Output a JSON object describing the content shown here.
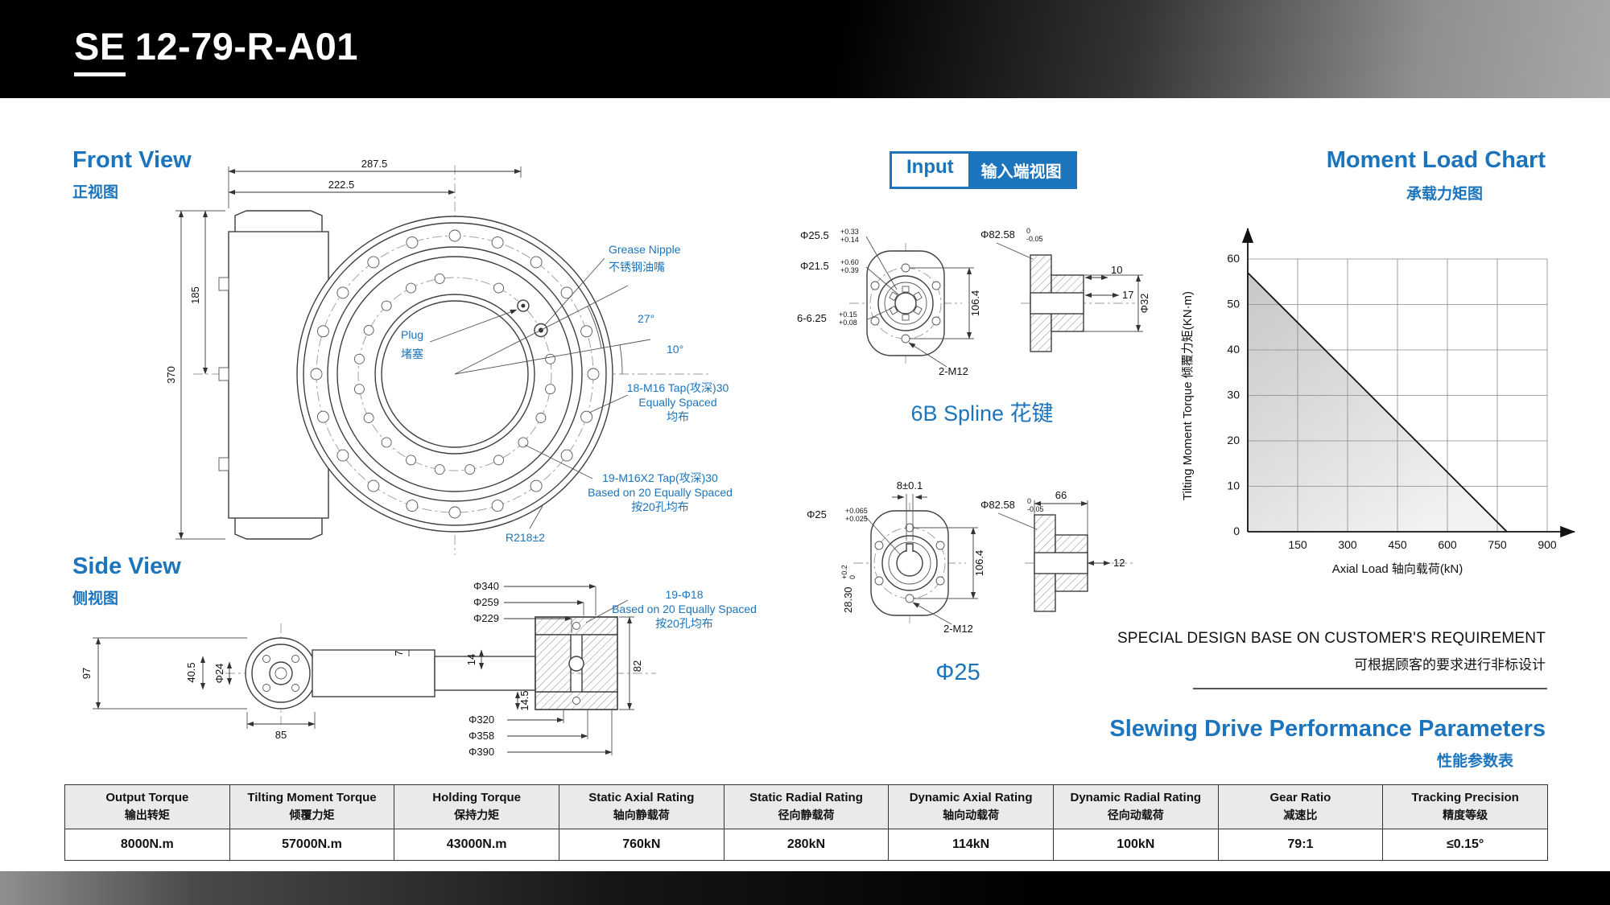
{
  "header": {
    "model_prefix": "SE",
    "model_suffix": "12-79-R-A01"
  },
  "front_view": {
    "title": "Front View",
    "title_cn": "正视图",
    "dim_width_outer": "287.5",
    "dim_width_inner": "222.5",
    "dim_height_half": "185",
    "dim_height_total": "370",
    "dim_radius": "R218±2",
    "angle_27": "27°",
    "angle_10": "10°",
    "grease_nipple_en": "Grease Nipple",
    "grease_nipple_cn": "不锈钢油嘴",
    "plug_en": "Plug",
    "plug_cn": "堵塞",
    "tap_outer_l1": "18-M16 Tap(攻深)30",
    "tap_outer_l2": "Equally Spaced",
    "tap_outer_l3": "均布",
    "tap_inner_l1": "19-M16X2 Tap(攻深)30",
    "tap_inner_l2": "Based on 20 Equally Spaced",
    "tap_inner_l3": "按20孔均布"
  },
  "side_view": {
    "title": "Side View",
    "title_cn": "侧视图",
    "dim_d340": "Φ340",
    "dim_d259": "Φ259",
    "dim_d229": "Φ229",
    "dim_d320": "Φ320",
    "dim_d358": "Φ358",
    "dim_d390": "Φ390",
    "dim_97": "97",
    "dim_40_5": "40.5",
    "dim_d24": "Φ24",
    "dim_85": "85",
    "dim_7": "7",
    "dim_14": "14",
    "dim_14_5": "14.5",
    "dim_82": "82",
    "holes_l1": "19-Φ18",
    "holes_l2": "Based on 20 Equally Spaced",
    "holes_l3": "按20孔均布"
  },
  "input_view": {
    "badge_en": "Input",
    "badge_cn": "输入端视图",
    "spline": {
      "label": "6B Spline 花键",
      "d1": "Φ25.5",
      "d1_tol_u": "+0.33",
      "d1_tol_l": "+0.14",
      "d2": "Φ21.5",
      "d2_tol_u": "+0.60",
      "d2_tol_l": "+0.39",
      "d3": "6-6.25",
      "d3_tol_u": "+0.15",
      "d3_tol_l": "+0.08",
      "m12": "2-M12",
      "pitch": "106.4",
      "d4": "Φ82.58",
      "d4_tol_u": "0",
      "d4_tol_l": "-0.05",
      "len10": "10",
      "len17": "17",
      "d32": "Φ32"
    },
    "round": {
      "label": "Φ25",
      "key_w": "8±0.1",
      "d1": "Φ25",
      "d1_tol_u": "+0.065",
      "d1_tol_l": "+0.025",
      "d4": "Φ82.58",
      "d4_tol_u": "0",
      "d4_tol_l": "-0.05",
      "pitch": "106.4",
      "key_d": "28.30",
      "key_d_tol_u": "+0.2",
      "key_d_tol_l": "0",
      "m12": "2-M12",
      "len66": "66",
      "len12": "12"
    }
  },
  "chart": {
    "title": "Moment Load Chart",
    "title_cn": "承载力矩图"
  },
  "chart_data": {
    "type": "line",
    "title": "Moment Load Chart 承载力矩图",
    "xlabel": "Axial Load 轴向载荷(kN)",
    "ylabel": "Tilting Moment Torque 倾覆力矩(KN·m)",
    "xlim": [
      0,
      960
    ],
    "ylim": [
      0,
      60
    ],
    "x_ticks": [
      150,
      300,
      450,
      600,
      750,
      900
    ],
    "y_ticks": [
      0,
      10,
      20,
      30,
      40,
      50,
      60
    ],
    "grid": true,
    "legend": false,
    "series": [
      {
        "x": [
          0,
          780
        ],
        "y": [
          57,
          0
        ],
        "style": "solid",
        "area_shaded": true
      }
    ]
  },
  "notes": {
    "special_en": "SPECIAL DESIGN BASE ON CUSTOMER'S REQUIREMENT",
    "special_cn": "可根据顾客的要求进行非标设计"
  },
  "performance": {
    "title": "Slewing Drive Performance Parameters",
    "title_cn": "性能参数表",
    "columns": [
      {
        "en": "Output Torque",
        "cn": "输出转矩"
      },
      {
        "en": "Tilting Moment Torque",
        "cn": "倾覆力矩"
      },
      {
        "en": "Holding Torque",
        "cn": "保持力矩"
      },
      {
        "en": "Static Axial Rating",
        "cn": "轴向静载荷"
      },
      {
        "en": "Static Radial Rating",
        "cn": "径向静载荷"
      },
      {
        "en": "Dynamic Axial Rating",
        "cn": "轴向动载荷"
      },
      {
        "en": "Dynamic Radial Rating",
        "cn": "径向动载荷"
      },
      {
        "en": "Gear Ratio",
        "cn": "减速比"
      },
      {
        "en": "Tracking Precision",
        "cn": "精度等级"
      }
    ],
    "values": [
      "8000N.m",
      "57000N.m",
      "43000N.m",
      "760kN",
      "280kN",
      "114kN",
      "100kN",
      "79:1",
      "≤0.15°"
    ]
  }
}
